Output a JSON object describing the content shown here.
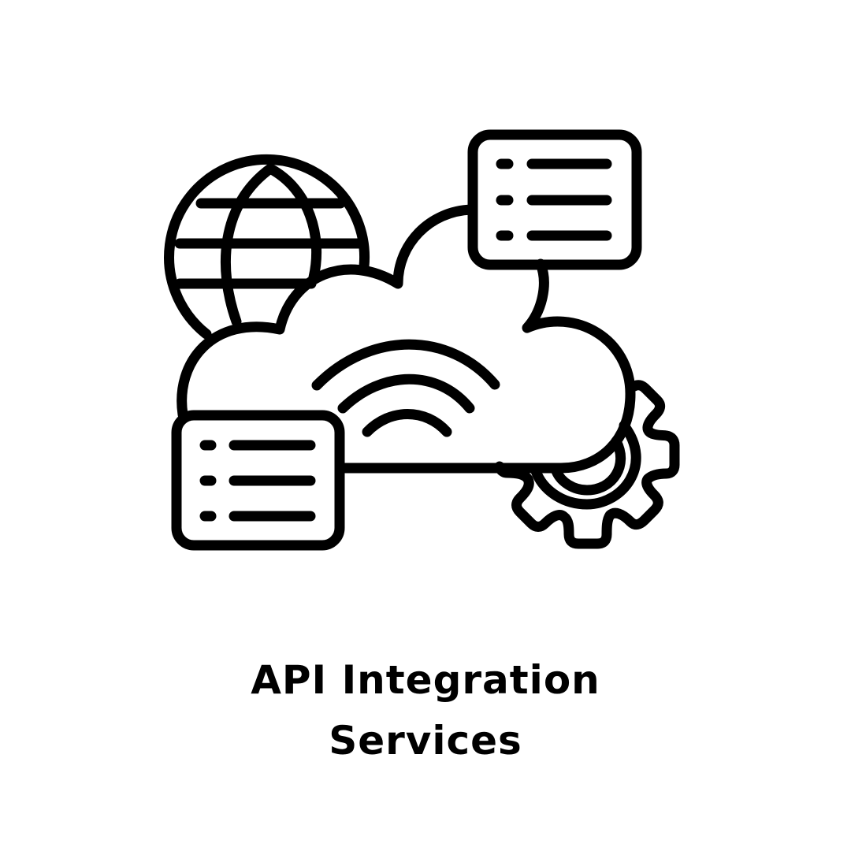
{
  "title": {
    "line1": "API Integration",
    "line2": "Services"
  },
  "illustration": {
    "icons": [
      "globe-icon",
      "cloud-icon",
      "wifi-signal-icon",
      "document-list-icon-top",
      "document-list-icon-bottom",
      "gear-icon"
    ],
    "stroke_color": "#000000",
    "background": "#ffffff"
  }
}
